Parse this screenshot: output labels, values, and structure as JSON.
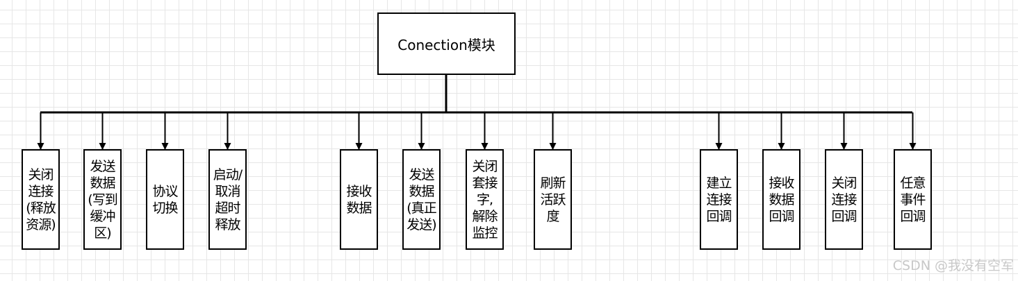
{
  "root": {
    "label": "Conection模块"
  },
  "leaves": [
    {
      "label": "关闭\n连接\n(释放\n资源)"
    },
    {
      "label": "发送\n数据\n(写到\n缓冲\n区)"
    },
    {
      "label": "协议\n切换"
    },
    {
      "label": "启动/\n取消\n超时\n释放"
    },
    {
      "label": "接收\n数据"
    },
    {
      "label": "发送\n数据\n(真正\n发送)"
    },
    {
      "label": "关闭\n套接\n字,\n解除\n监控"
    },
    {
      "label": "刷新\n活跃\n度"
    },
    {
      "label": "建立\n连接\n回调"
    },
    {
      "label": "接收\n数据\n回调"
    },
    {
      "label": "关闭\n连接\n回调"
    },
    {
      "label": "任意\n事件\n回调"
    }
  ],
  "watermark": "CSDN @我没有空军"
}
